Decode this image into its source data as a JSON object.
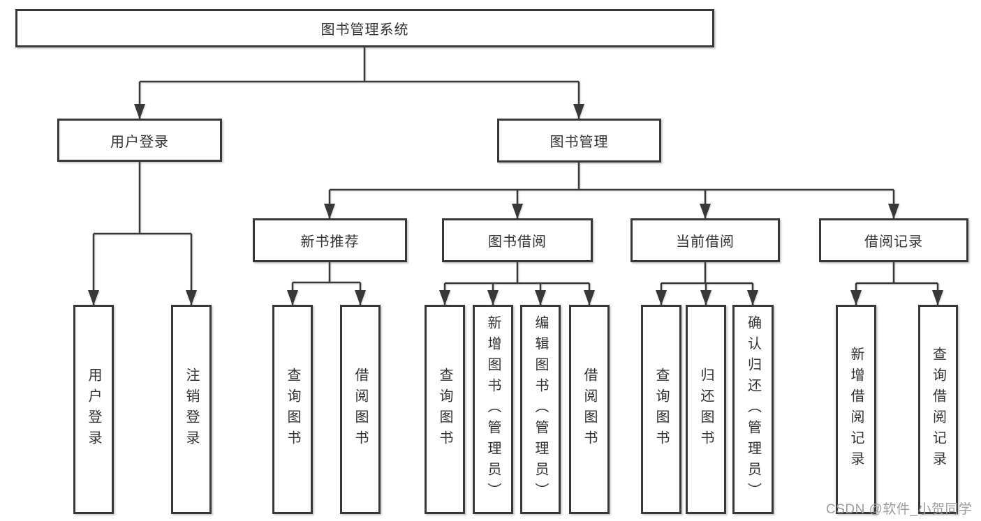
{
  "diagram": {
    "title": "图书管理系统",
    "tree": {
      "label": "图书管理系统",
      "children": [
        {
          "label": "用户登录",
          "children": [
            {
              "label": "用户登录"
            },
            {
              "label": "注销登录"
            }
          ]
        },
        {
          "label": "图书管理",
          "children": [
            {
              "label": "新书推荐",
              "children": [
                {
                  "label": "查询图书"
                },
                {
                  "label": "借阅图书"
                }
              ]
            },
            {
              "label": "图书借阅",
              "children": [
                {
                  "label": "查询图书"
                },
                {
                  "label": "新增图书（管理员）"
                },
                {
                  "label": "编辑图书（管理员）"
                },
                {
                  "label": "借阅图书"
                }
              ]
            },
            {
              "label": "当前借阅",
              "children": [
                {
                  "label": "查询图书"
                },
                {
                  "label": "归还图书"
                },
                {
                  "label": "确认归还（管理员）"
                }
              ]
            },
            {
              "label": "借阅记录",
              "children": [
                {
                  "label": "新增借阅记录"
                },
                {
                  "label": "查询借阅记录"
                }
              ]
            }
          ]
        }
      ]
    },
    "watermark": {
      "text": "CSDN @软件_小贺同学"
    },
    "colors": {
      "line": "#383838",
      "box_border": "#383838",
      "box_fill": "#ffffff",
      "text": "#333333",
      "watermark": "#9c9c9c",
      "background": "#ffffff"
    }
  }
}
